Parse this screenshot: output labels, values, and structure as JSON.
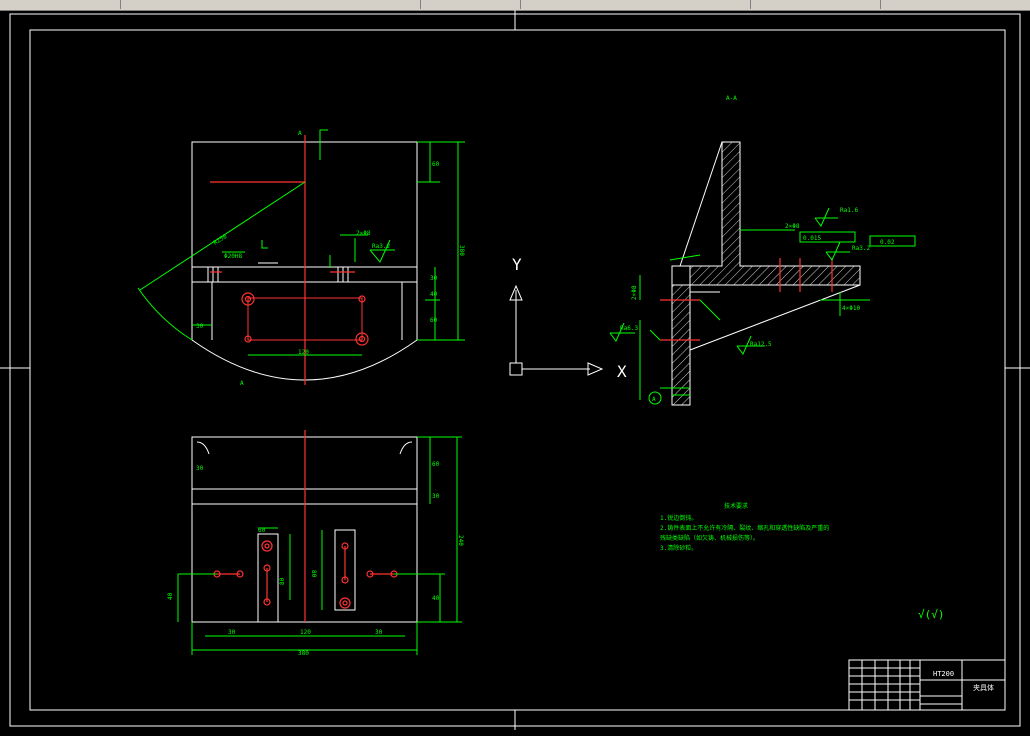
{
  "window": {
    "toolbar_segments": 6
  },
  "drawing": {
    "section_label": "A-A",
    "axis_y": "Y",
    "axis_x": "X",
    "material": "HT200",
    "part_name": "夹具体",
    "tech_req": {
      "title": "技术要求",
      "lines": [
        "1.锐边倒钝。",
        "2.铸件表面上不允许有冷隔、裂纹、缩孔和穿透性缺陷及严重的",
        "残缺类缺陷（如欠铸、机械损伤等）。",
        "3.清除砂粒。"
      ]
    },
    "roughness_other": "√(√)",
    "dims": {
      "d1": "Φ20H8",
      "d2": "Ra3.2",
      "d3": "2×Φ8",
      "d4": "Ra1.6",
      "d5": "Ra3.2",
      "d6": "Ra6.3",
      "d7": "Ra12.5",
      "d8": "0.015",
      "d9": "0.02",
      "d10": "A",
      "d11": "4×Φ10",
      "d12": "200",
      "d13": "380",
      "d14": "80",
      "d15": "240",
      "d16": "60",
      "d17": "30",
      "d18": "40",
      "d19": "120",
      "d20": "R250"
    }
  },
  "colors": {
    "background": "#000000",
    "geometry": "#ffffff",
    "dimension": "#00ff00",
    "centerline": "#ff0000",
    "text": "#00ff00",
    "hole": "#ff3333"
  }
}
